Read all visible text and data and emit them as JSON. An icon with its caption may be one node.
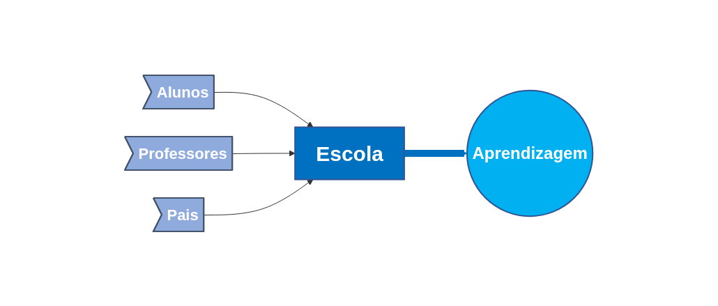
{
  "diagram": {
    "nodes": [
      {
        "text": [
          "Alunos"
        ]
      },
      {
        "text": [
          "Professores"
        ]
      },
      {
        "text": [
          "Pais"
        ]
      },
      {
        "text": [
          "Escola"
        ]
      },
      {
        "text": [
          "Aprendizagem"
        ]
      }
    ],
    "edges": [
      {
        "from": 0,
        "to": 3,
        "arrow": "to"
      },
      {
        "from": 1,
        "to": 3,
        "arrow": "to"
      },
      {
        "from": 2,
        "to": 3,
        "arrow": "to"
      },
      {
        "from": 3,
        "to": 4,
        "arrow": "to",
        "style": "thick",
        "color": "#0070c0"
      }
    ]
  }
}
